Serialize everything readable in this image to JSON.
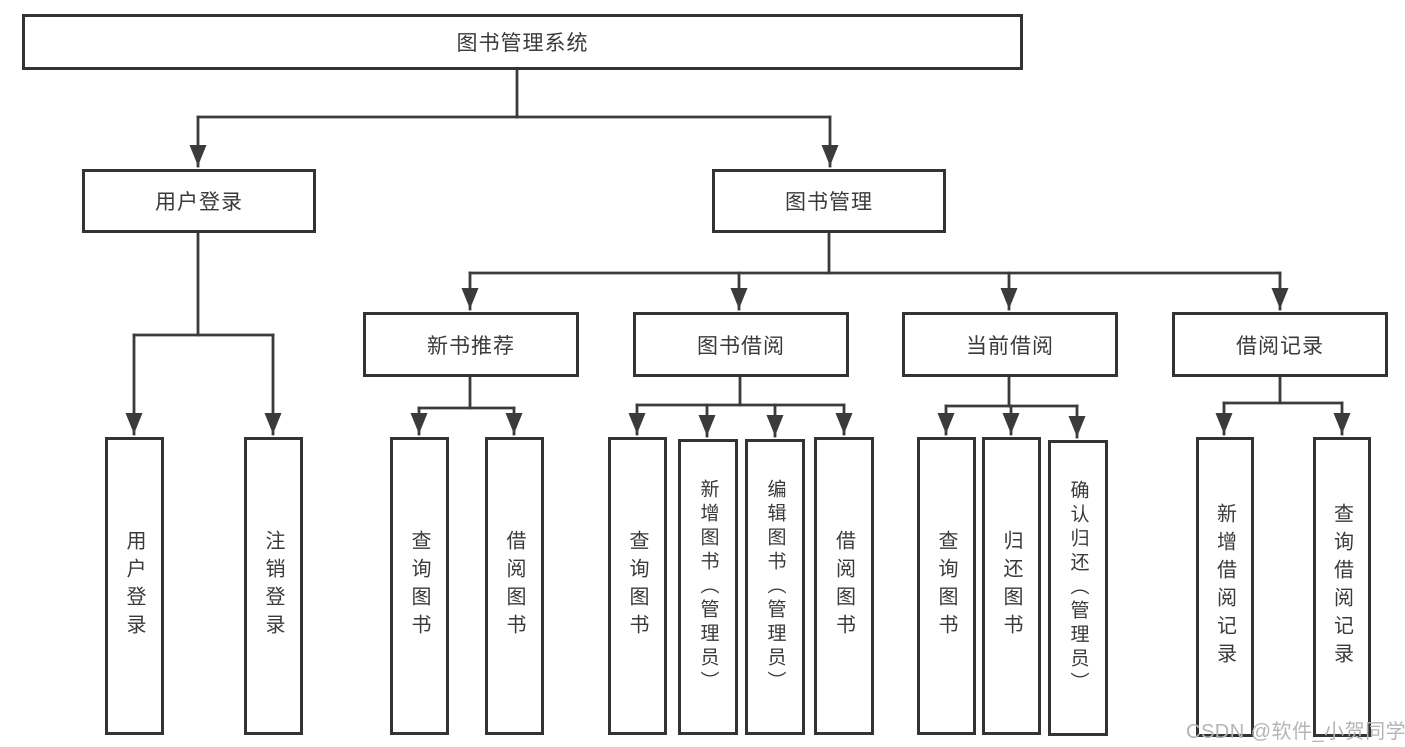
{
  "tree": {
    "root": {
      "label": "图书管理系统",
      "children": [
        {
          "label": "用户登录",
          "children": [
            {
              "label": "用户登录"
            },
            {
              "label": "注销登录"
            }
          ]
        },
        {
          "label": "图书管理",
          "children": [
            {
              "label": "新书推荐",
              "children": [
                {
                  "label": "查询图书"
                },
                {
                  "label": "借阅图书"
                }
              ]
            },
            {
              "label": "图书借阅",
              "children": [
                {
                  "label": "查询图书"
                },
                {
                  "label": "新增图书（管理员）"
                },
                {
                  "label": "编辑图书（管理员）"
                },
                {
                  "label": "借阅图书"
                }
              ]
            },
            {
              "label": "当前借阅",
              "children": [
                {
                  "label": "查询图书"
                },
                {
                  "label": "归还图书"
                },
                {
                  "label": "确认归还（管理员）"
                }
              ]
            },
            {
              "label": "借阅记录",
              "children": [
                {
                  "label": "新增借阅记录"
                },
                {
                  "label": "查询借阅记录"
                }
              ]
            }
          ]
        }
      ]
    }
  },
  "watermark": {
    "text": "CSDN @软件_小贺同学"
  },
  "colors": {
    "line": "#3b3b3b",
    "box_border": "#333333",
    "text": "#3a3a3a",
    "background": "#ffffff",
    "watermark": "#b5b5b5"
  }
}
